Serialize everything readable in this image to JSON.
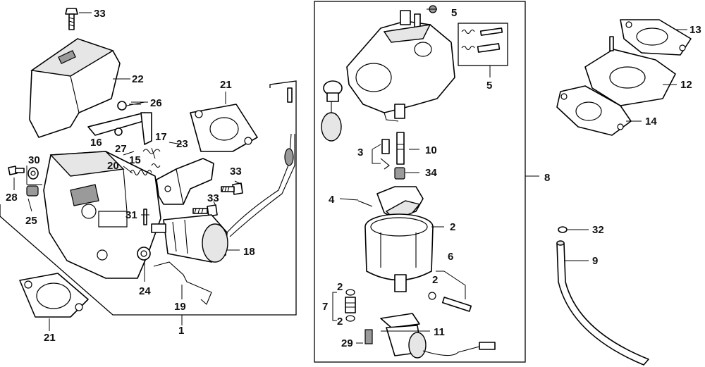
{
  "callouts": [
    {
      "id": "c33a",
      "text": "33"
    },
    {
      "id": "c22",
      "text": "22"
    },
    {
      "id": "c26",
      "text": "26"
    },
    {
      "id": "c16",
      "text": "16"
    },
    {
      "id": "c27",
      "text": "27"
    },
    {
      "id": "c17",
      "text": "17"
    },
    {
      "id": "c15",
      "text": "15"
    },
    {
      "id": "c20",
      "text": "20"
    },
    {
      "id": "c30",
      "text": "30"
    },
    {
      "id": "c28",
      "text": "28"
    },
    {
      "id": "c25",
      "text": "25"
    },
    {
      "id": "c21a",
      "text": "21"
    },
    {
      "id": "c23",
      "text": "23"
    },
    {
      "id": "c33b",
      "text": "33"
    },
    {
      "id": "c33c",
      "text": "33"
    },
    {
      "id": "c31",
      "text": "31"
    },
    {
      "id": "c18",
      "text": "18"
    },
    {
      "id": "c24",
      "text": "24"
    },
    {
      "id": "c19",
      "text": "19"
    },
    {
      "id": "c1",
      "text": "1"
    },
    {
      "id": "c21b",
      "text": "21"
    },
    {
      "id": "c5a",
      "text": "5"
    },
    {
      "id": "c5b",
      "text": "5"
    },
    {
      "id": "c3",
      "text": "3"
    },
    {
      "id": "c10",
      "text": "10"
    },
    {
      "id": "c34",
      "text": "34"
    },
    {
      "id": "c8",
      "text": "8"
    },
    {
      "id": "c4",
      "text": "4"
    },
    {
      "id": "c2a",
      "text": "2"
    },
    {
      "id": "c6",
      "text": "6"
    },
    {
      "id": "c2b",
      "text": "2"
    },
    {
      "id": "c2c",
      "text": "2"
    },
    {
      "id": "c7",
      "text": "7"
    },
    {
      "id": "c2d",
      "text": "2"
    },
    {
      "id": "c11",
      "text": "11"
    },
    {
      "id": "c29",
      "text": "29"
    },
    {
      "id": "c13",
      "text": "13"
    },
    {
      "id": "c12",
      "text": "12"
    },
    {
      "id": "c14",
      "text": "14"
    },
    {
      "id": "c32",
      "text": "32"
    },
    {
      "id": "c9",
      "text": "9"
    }
  ]
}
